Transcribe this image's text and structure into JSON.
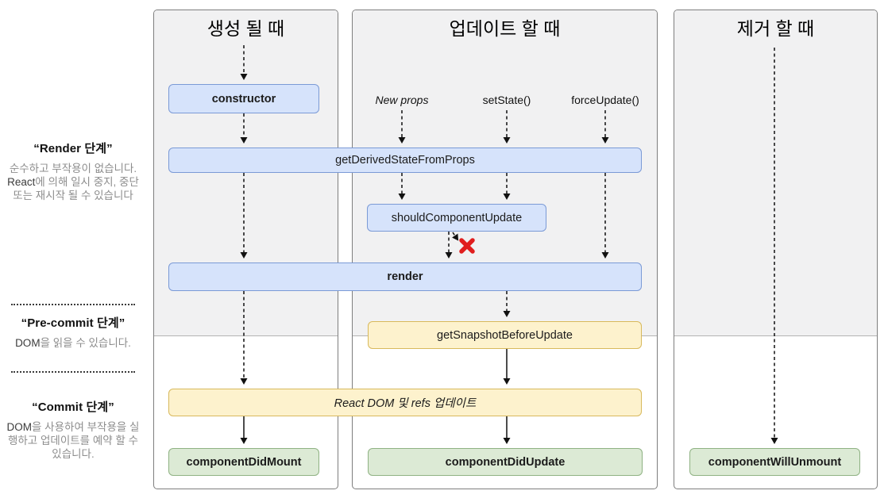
{
  "sidebar": {
    "phases": [
      {
        "title": "“Render 단계”",
        "desc": {
          "pre": "순수하고 부작용이 없습니다. ",
          "code": "React",
          "post": "에 의해 일시 중지, 중단 또는 재시작 될 수 있습니다"
        }
      },
      {
        "title": "“Pre-commit 단계”",
        "desc": {
          "pre": "",
          "code": "DOM",
          "post": "을 읽을 수 있습니다."
        }
      },
      {
        "title": "“Commit 단계”",
        "desc": {
          "pre": "",
          "code": "DOM",
          "post": "을 사용하여 부작용을 실행하고 업데이트를 예약 할 수 있습니다."
        }
      }
    ]
  },
  "columns": [
    {
      "title": "생성 될 때"
    },
    {
      "title": "업데이트 할 때",
      "triggers": [
        "New props",
        "setState()",
        "forceUpdate()"
      ]
    },
    {
      "title": "제거 할 때"
    }
  ],
  "boxes": {
    "constructor": "constructor",
    "get_derived_state_from_props": "getDerivedStateFromProps",
    "should_component_update": "shouldComponentUpdate",
    "render": "render",
    "get_snapshot_before_update": "getSnapshotBeforeUpdate",
    "react_dom_update": "React DOM 및 refs 업데이트",
    "component_did_mount": "componentDidMount",
    "component_did_update": "componentDidUpdate",
    "component_will_unmount": "componentWillUnmount"
  },
  "icons": {
    "cancel_icon": "✖"
  },
  "colors": {
    "box_blue_fill": "#d6e3fb",
    "box_blue_border": "#7b9ad6",
    "box_yellow_fill": "#fdf2cd",
    "box_yellow_border": "#d8b95c",
    "box_green_fill": "#dcead5",
    "box_green_border": "#8fb283",
    "panel_shade": "#f1f1f2",
    "panel_border": "#7e7e7e",
    "cancel_red": "#e01e1e",
    "muted_text": "#8d8d8d"
  }
}
